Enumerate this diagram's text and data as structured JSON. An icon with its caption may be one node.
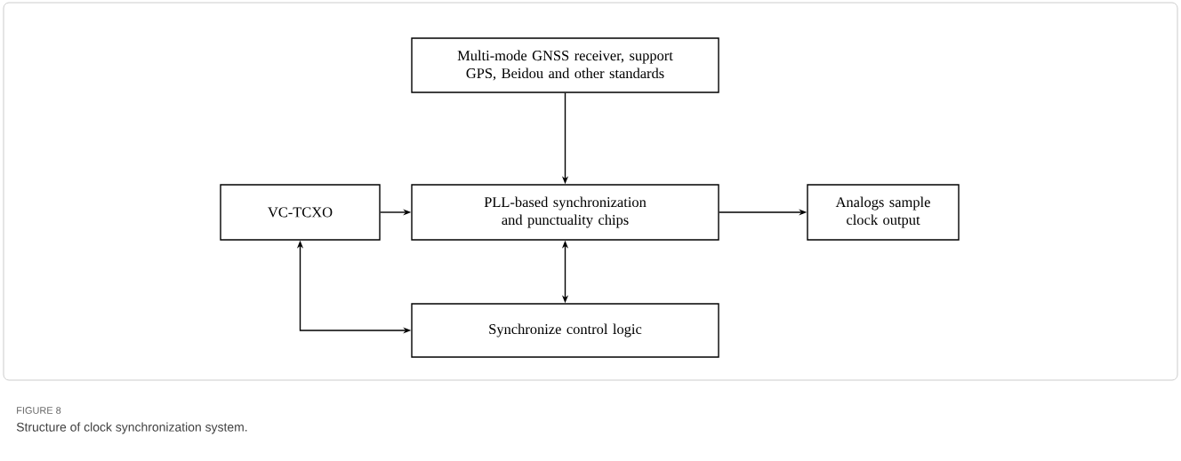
{
  "diagram": {
    "caption": "Structure of clock synchronization system.",
    "nodes": [
      {
        "text": [
          "Multi-mode GNSS receiver, support GPS, Beidou and other standards"
        ]
      },
      {
        "text": [
          "VC-TCXO"
        ]
      },
      {
        "text": [
          "PLL-based synchronization and punctuality chips"
        ]
      },
      {
        "text": [
          "Analogs sample clock output"
        ]
      },
      {
        "text": [
          "Synchronize control logic"
        ]
      }
    ],
    "edges": [
      {
        "from": 0,
        "to": 2,
        "arrow": "to"
      },
      {
        "from": 1,
        "to": 2,
        "arrow": "to"
      },
      {
        "from": 2,
        "to": 3,
        "arrow": "to"
      },
      {
        "from": 2,
        "to": 4,
        "arrow": "both"
      },
      {
        "from": 1,
        "to": 4,
        "arrow": "both"
      }
    ],
    "labels": [
      "FIGURE 8"
    ]
  }
}
